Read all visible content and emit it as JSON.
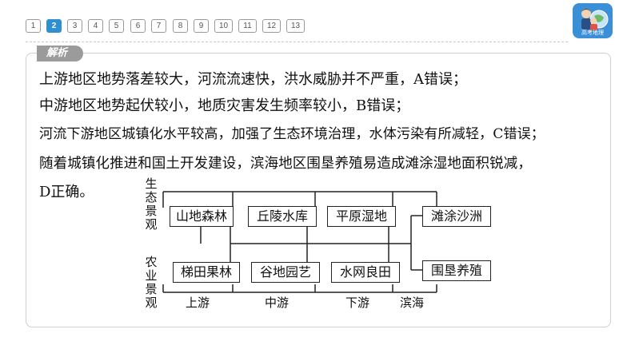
{
  "pagination": {
    "pages": [
      "1",
      "2",
      "3",
      "4",
      "5",
      "6",
      "7",
      "8",
      "9",
      "10",
      "11",
      "12",
      "13"
    ],
    "active": "2"
  },
  "logo": {
    "text": "高考地理"
  },
  "analysis": {
    "tag": "解析",
    "paragraphs": [
      "上游地区地势落差较大，河流流速快，洪水威胁并不严重，A错误；",
      "中游地区地势起伏较小，地质灾害发生频率较小，B错误；",
      "河流下游地区城镇化水平较高，加强了生态环境治理，水体污染有所减轻，C错误；",
      "随着城镇化推进和国土开发建设，滨海地区围垦养殖易造成滩涂湿地面积锐减，",
      "D正确。"
    ]
  },
  "diagram": {
    "eco_label": "生态景观",
    "agri_label": "农业景观",
    "eco_boxes": [
      "山地森林",
      "丘陵水库",
      "平原湿地",
      "滩涂沙洲"
    ],
    "agri_boxes": [
      "梯田果林",
      "谷地园艺",
      "水网良田",
      "围垦养殖"
    ],
    "sections": [
      "上游",
      "中游",
      "下游",
      "滨海"
    ]
  }
}
